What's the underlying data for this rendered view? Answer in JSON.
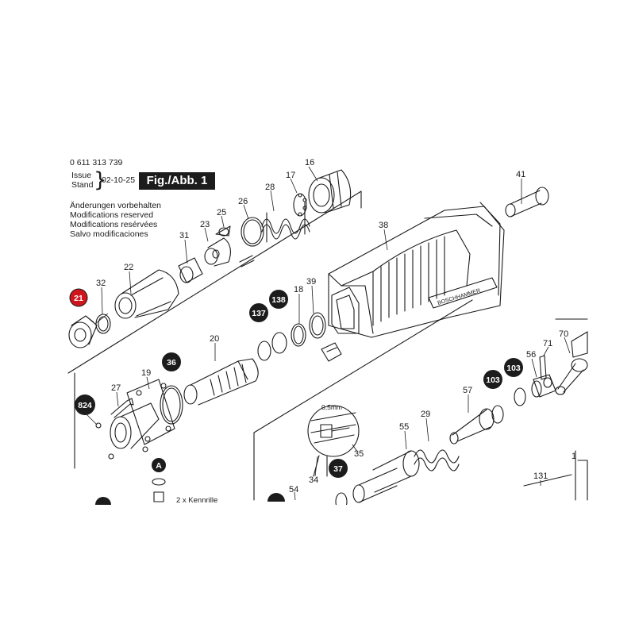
{
  "header": {
    "part_number": "0 611 313 739",
    "issue_label": "Issue",
    "stand_label": "Stand",
    "issue_date": "02-10-25",
    "figure_label": "Fig./Abb. 1",
    "notes": [
      "Änderungen vorbehalten",
      "Modifications reserved",
      "Modifications resérvées",
      "Salvo modificaciones"
    ]
  },
  "callouts": {
    "n16": "16",
    "n17": "17",
    "n28": "28",
    "n26": "26",
    "n25": "25",
    "n23": "23",
    "n31": "31",
    "n22": "22",
    "n32": "32",
    "n41": "41",
    "n38": "38",
    "n18": "18",
    "n39": "39",
    "n20": "20",
    "n19": "19",
    "n27": "27",
    "n70": "70",
    "n71": "71",
    "n56": "56",
    "n57": "57",
    "n29": "29",
    "n55": "55",
    "n35": "35",
    "n34": "34",
    "n54": "54",
    "n131": "131",
    "n1": "1"
  },
  "circled": {
    "c21": "21",
    "c137": "137",
    "c138": "138",
    "c36": "36",
    "c824": "824",
    "c103a": "103",
    "c103b": "103",
    "c37": "37",
    "cA": "A"
  },
  "labels": {
    "brand_plate": "BOSCHHAMMER",
    "clearance": "0,5mm",
    "kennrille": "2 x Kennrille"
  },
  "colors": {
    "ink": "#1a1a1a",
    "callout_fill": "#1c1c1c",
    "highlight": "#d0161c"
  }
}
